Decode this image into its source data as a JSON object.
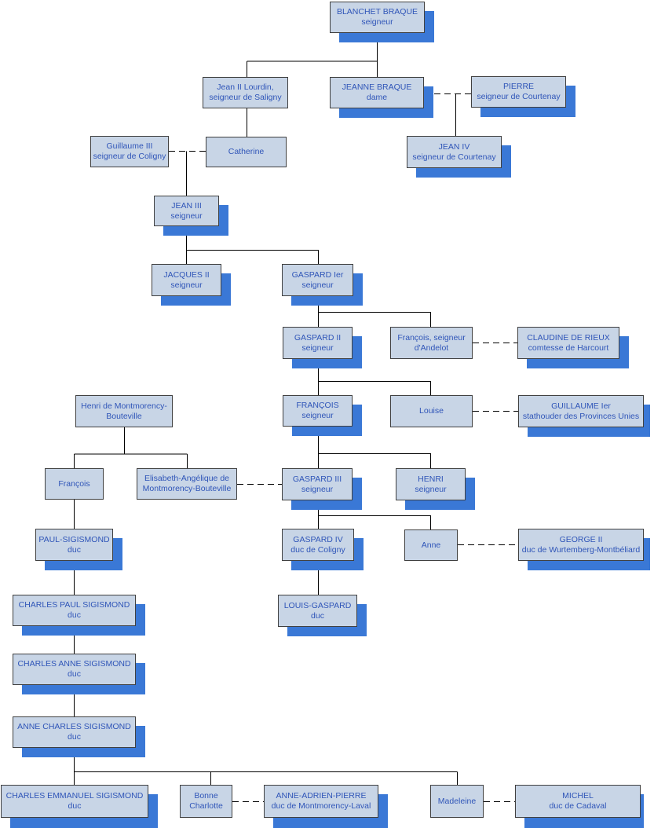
{
  "colors": {
    "box_fill": "#c8d5e6",
    "box_border": "#404040",
    "shadow": "#3a78d6",
    "text": "#2f55b8",
    "line": "#000000"
  },
  "nodes": {
    "blanchet": {
      "name": "BLANCHET BRAQUE",
      "title": "seigneur"
    },
    "jean2": {
      "name": "Jean II Lourdin,",
      "title": "seigneur de Saligny"
    },
    "jeanne": {
      "name": "JEANNE BRAQUE",
      "title": "dame"
    },
    "pierre": {
      "name": "PIERRE",
      "title": "seigneur de Courtenay"
    },
    "guillaume3": {
      "name": "Guillaume III",
      "title": "seigneur de Coligny"
    },
    "catherine": {
      "name": "Catherine",
      "title": ""
    },
    "jean4": {
      "name": "JEAN IV",
      "title": "seigneur de Courtenay"
    },
    "jean3": {
      "name": "JEAN III",
      "title": "seigneur"
    },
    "jacques2": {
      "name": "JACQUES II",
      "title": "seigneur"
    },
    "gaspard1": {
      "name": "GASPARD Ier",
      "title": "seigneur"
    },
    "gaspard2": {
      "name": "GASPARD II",
      "title": "seigneur"
    },
    "francois_andelot": {
      "name": "François, seigneur",
      "title": "d'Andelot"
    },
    "claudine": {
      "name": "CLAUDINE DE RIEUX",
      "title": "comtesse de Harcourt"
    },
    "henri_montmo": {
      "name": "Henri de Montmorency-",
      "title": "Bouteville"
    },
    "francois_seig": {
      "name": "FRANÇOIS",
      "title": "seigneur"
    },
    "louise": {
      "name": "Louise",
      "title": ""
    },
    "guillaume1": {
      "name": "GUILLAUME Ier",
      "title": "stathouder des Provinces Unies"
    },
    "francois_m": {
      "name": "François",
      "title": ""
    },
    "elisabeth": {
      "name": "Elisabeth-Angélique de",
      "title": "Montmorency-Bouteville"
    },
    "gaspard3": {
      "name": "GASPARD III",
      "title": "seigneur"
    },
    "henri": {
      "name": "HENRI",
      "title": "seigneur"
    },
    "paul": {
      "name": "PAUL-SIGISMOND",
      "title": "duc"
    },
    "gaspard4": {
      "name": "GASPARD IV",
      "title": "duc de Coligny"
    },
    "anne": {
      "name": "Anne",
      "title": ""
    },
    "george2": {
      "name": "GEORGE II",
      "title": "duc de Wurtemberg-Montbéliard"
    },
    "cps": {
      "name": "CHARLES PAUL SIGISMOND",
      "title": "duc"
    },
    "louisgaspard": {
      "name": "LOUIS-GASPARD",
      "title": "duc"
    },
    "cas": {
      "name": "CHARLES ANNE SIGISMOND",
      "title": "duc"
    },
    "acs": {
      "name": "ANNE CHARLES SIGISMOND",
      "title": "duc"
    },
    "ces": {
      "name": "CHARLES EMMANUEL SIGISMOND",
      "title": "duc"
    },
    "bonne": {
      "name": "Bonne",
      "title": "Charlotte"
    },
    "aap": {
      "name": "ANNE-ADRIEN-PIERRE",
      "title": "duc de Montmorency-Laval"
    },
    "madeleine": {
      "name": "Madeleine",
      "title": ""
    },
    "michel": {
      "name": "MICHEL",
      "title": "duc de Cadaval"
    }
  }
}
